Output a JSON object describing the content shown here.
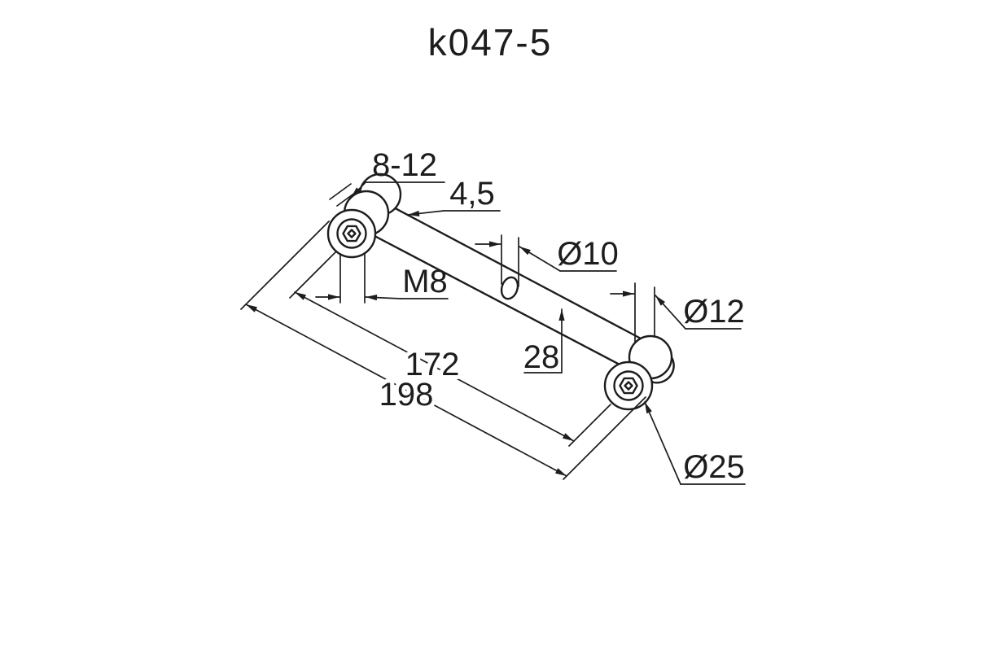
{
  "drawing": {
    "title": "k047-5",
    "colors": {
      "line": "#1d1d1d",
      "background": "#ffffff"
    },
    "dimensions": {
      "clamp_range": "8-12",
      "plate_thickness": "4,5",
      "slot_diameter": "Ø10",
      "thread": "M8",
      "shaft_diameter": "Ø12",
      "hole_spacing": "172",
      "slot_offset": "28",
      "overall_length": "198",
      "head_diameter": "Ø25"
    }
  }
}
